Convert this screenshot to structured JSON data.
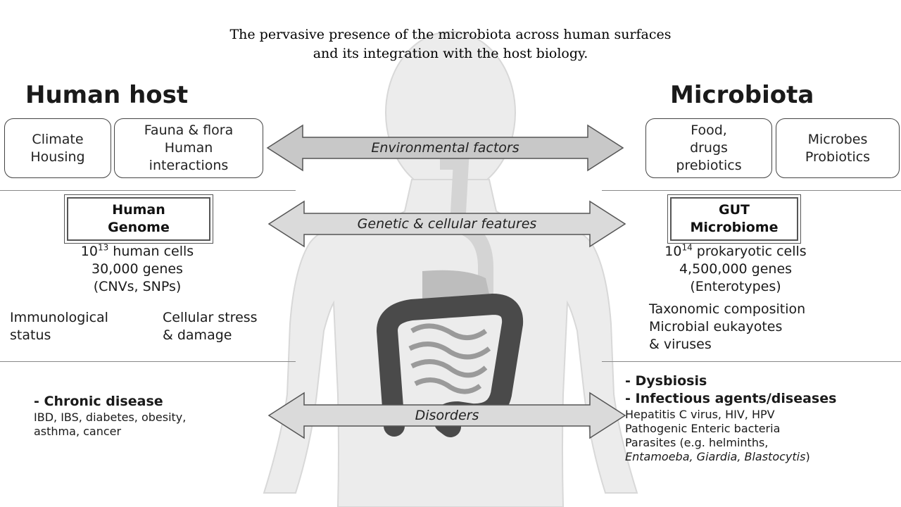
{
  "caption": {
    "line1": "The pervasive presence of the microbiota across human surfaces",
    "line2": "and its integration with the host biology."
  },
  "left": {
    "heading": "Human host",
    "env_boxes": [
      {
        "lines": [
          "Climate",
          "Housing"
        ]
      },
      {
        "lines": [
          "Fauna & flora",
          "Human",
          "interactions"
        ]
      }
    ],
    "genome_box": {
      "line1": "Human",
      "line2": "Genome"
    },
    "cells_base": "10",
    "cells_exp": "13",
    "cells_text": " human cells",
    "genes": "30,000 genes",
    "variants": "(CNVs, SNPs)",
    "immuno": [
      "Immunological",
      "status"
    ],
    "stress": [
      "Cellular stress",
      "& damage"
    ],
    "disease_title": "- Chronic disease",
    "disease_lines": [
      "IBD, IBS, diabetes, obesity,",
      "asthma, cancer"
    ]
  },
  "right": {
    "heading": "Microbiota",
    "env_boxes": [
      {
        "lines": [
          "Food,",
          "drugs",
          "prebiotics"
        ]
      },
      {
        "lines": [
          "Microbes",
          "Probiotics"
        ]
      }
    ],
    "microbiome_box": {
      "line1": "GUT",
      "line2": "Microbiome"
    },
    "cells_base": "10",
    "cells_exp": "14",
    "cells_text": " prokaryotic cells",
    "genes": "4,500,000 genes",
    "types": "(Enterotypes)",
    "taxo": [
      "Taxonomic composition",
      "Microbial eukayotes",
      "& viruses"
    ],
    "dysbiosis": "- Dysbiosis",
    "infectious": "- Infectious agents/diseases",
    "infect_line1": "Hepatitis C virus, HIV, HPV",
    "infect_line2": "Pathogenic Enteric bacteria",
    "infect_line3": "Parasites (e.g. helminths,",
    "parasite_italic": "Entamoeba, Giardia, Blastocytis",
    "parasite_close": ")"
  },
  "arrows": {
    "environmental": "Environmental factors",
    "genetic": "Genetic & cellular features",
    "disorders": "Disorders"
  },
  "colors": {
    "silhouette": "#ececec",
    "arrow_fill": "#c8c8c8",
    "colon": "#4a4a4a",
    "divider": "#888888"
  }
}
